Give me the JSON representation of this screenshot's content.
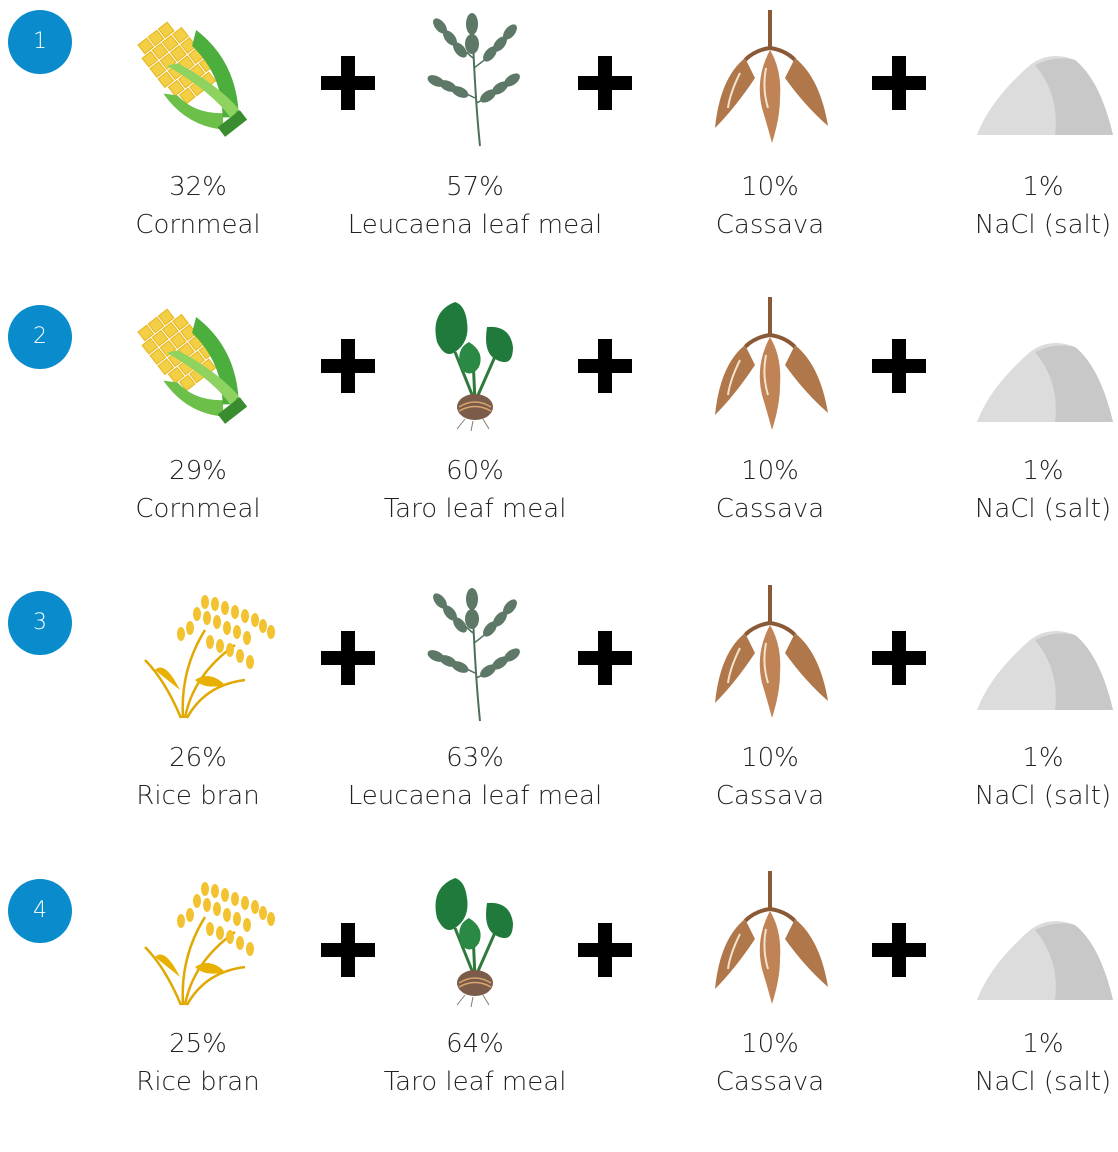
{
  "colors": {
    "badge": "#0a8ccc",
    "plus": "#000000"
  },
  "rows": [
    {
      "badge": "1",
      "items": [
        {
          "icon": "corn-icon",
          "percent": "32%",
          "name": "Cornmeal"
        },
        {
          "icon": "leucaena-leaf-icon",
          "percent": "57%",
          "name": "Leucaena leaf meal"
        },
        {
          "icon": "cassava-icon",
          "percent": "10%",
          "name": "Cassava"
        },
        {
          "icon": "salt-pile-icon",
          "percent": "1%",
          "name": "NaCl (salt)"
        }
      ]
    },
    {
      "badge": "2",
      "items": [
        {
          "icon": "corn-icon",
          "percent": "29%",
          "name": "Cornmeal"
        },
        {
          "icon": "taro-plant-icon",
          "percent": "60%",
          "name": "Taro leaf meal"
        },
        {
          "icon": "cassava-icon",
          "percent": "10%",
          "name": "Cassava"
        },
        {
          "icon": "salt-pile-icon",
          "percent": "1%",
          "name": "NaCl (salt)"
        }
      ]
    },
    {
      "badge": "3",
      "items": [
        {
          "icon": "rice-stalk-icon",
          "percent": "26%",
          "name": "Rice bran"
        },
        {
          "icon": "leucaena-leaf-icon",
          "percent": "63%",
          "name": "Leucaena leaf meal"
        },
        {
          "icon": "cassava-icon",
          "percent": "10%",
          "name": "Cassava"
        },
        {
          "icon": "salt-pile-icon",
          "percent": "1%",
          "name": "NaCl (salt)"
        }
      ]
    },
    {
      "badge": "4",
      "items": [
        {
          "icon": "rice-stalk-icon",
          "percent": "25%",
          "name": "Rice bran"
        },
        {
          "icon": "taro-plant-icon",
          "percent": "64%",
          "name": "Taro leaf meal"
        },
        {
          "icon": "cassava-icon",
          "percent": "10%",
          "name": "Cassava"
        },
        {
          "icon": "salt-pile-icon",
          "percent": "1%",
          "name": "NaCl (salt)"
        }
      ]
    }
  ]
}
